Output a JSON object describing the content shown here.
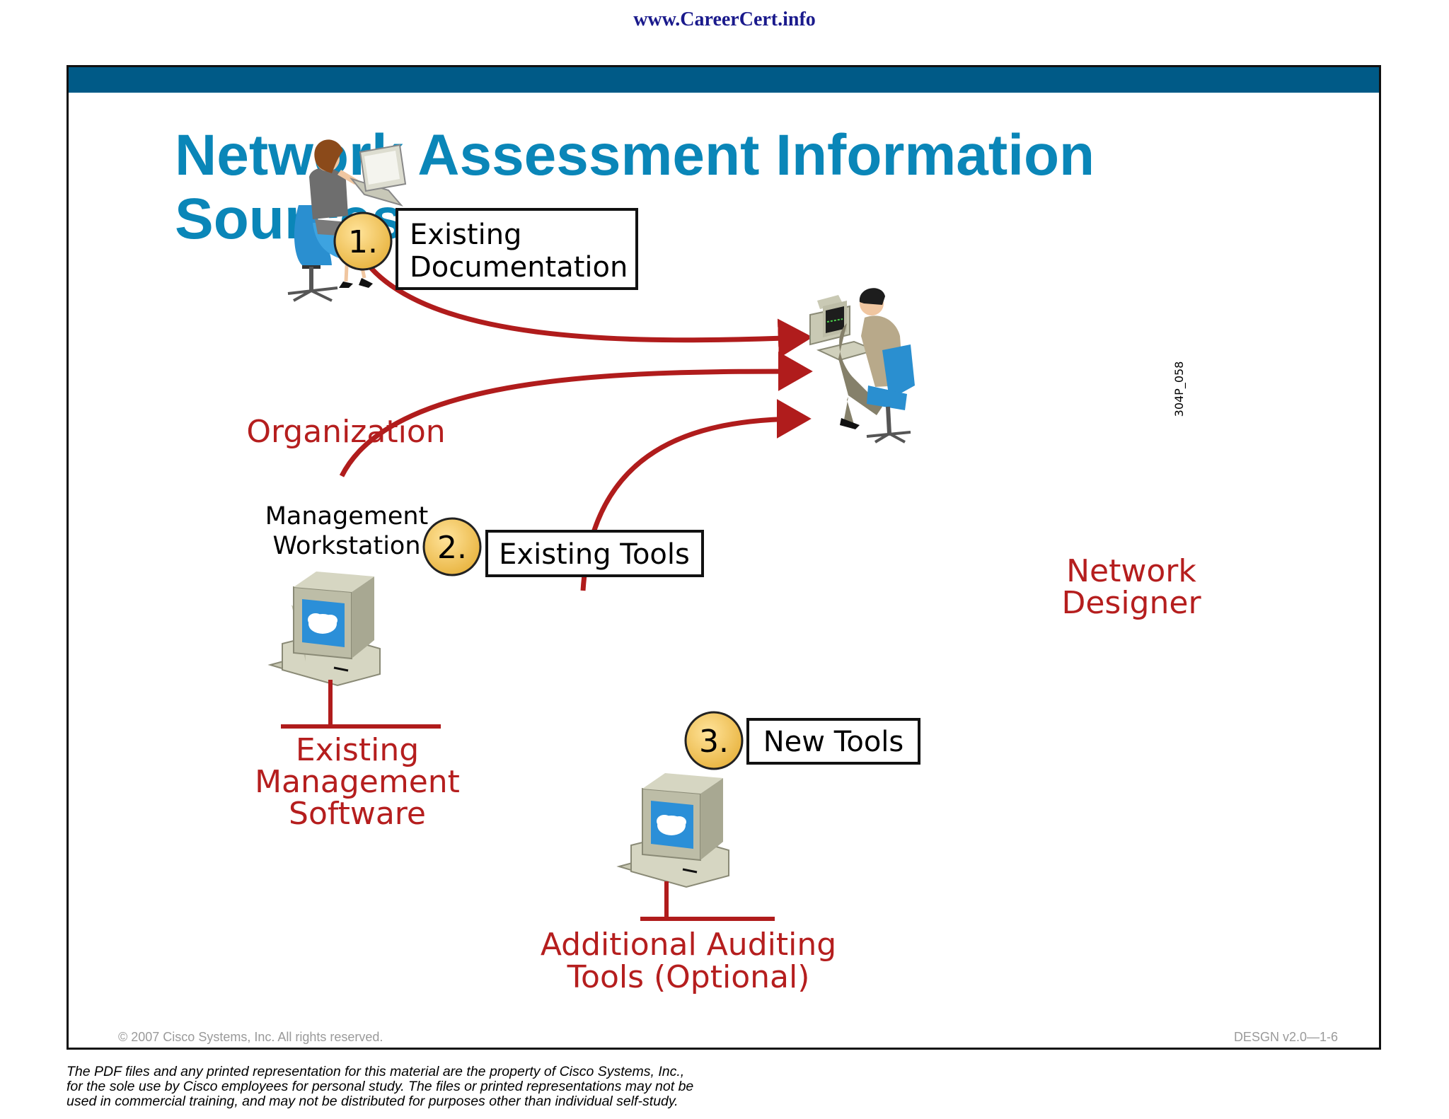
{
  "header": {
    "site_url": "www.CareerCert.info"
  },
  "slide": {
    "title": "Network Assessment Information Sources",
    "copyright": "© 2007 Cisco Systems, Inc. All rights reserved.",
    "course_id": "DESGN v2.0—1-6",
    "figure_code": "304P_058"
  },
  "diagram": {
    "sources": [
      {
        "number": "1.",
        "box_label_line1": "Existing",
        "box_label_line2": "Documentation",
        "caption": "Organization"
      },
      {
        "number": "2.",
        "box_label": "Existing Tools",
        "top_label_line1": "Management",
        "top_label_line2": "Workstation",
        "caption_line1": "Existing",
        "caption_line2": "Management",
        "caption_line3": "Software"
      },
      {
        "number": "3.",
        "box_label": "New Tools",
        "caption_line1": "Additional Auditing",
        "caption_line2": "Tools (Optional)"
      }
    ],
    "target": {
      "caption_line1": "Network",
      "caption_line2": "Designer"
    }
  },
  "colors": {
    "accent_blue": "#0a86b8",
    "bar_blue": "#005a87",
    "arrow_red": "#b01c1c",
    "caption_red": "#b51e1e",
    "badge_gold": "#f2c14e"
  },
  "footer": {
    "disclaimer_line1": "The PDF files and any printed representation for this material are the property of Cisco Systems, Inc.,",
    "disclaimer_line2": "for the sole use by Cisco employees for personal study. The files or printed representations may not be",
    "disclaimer_line3": "used in commercial training, and may not be distributed for purposes other than individual self-study."
  }
}
